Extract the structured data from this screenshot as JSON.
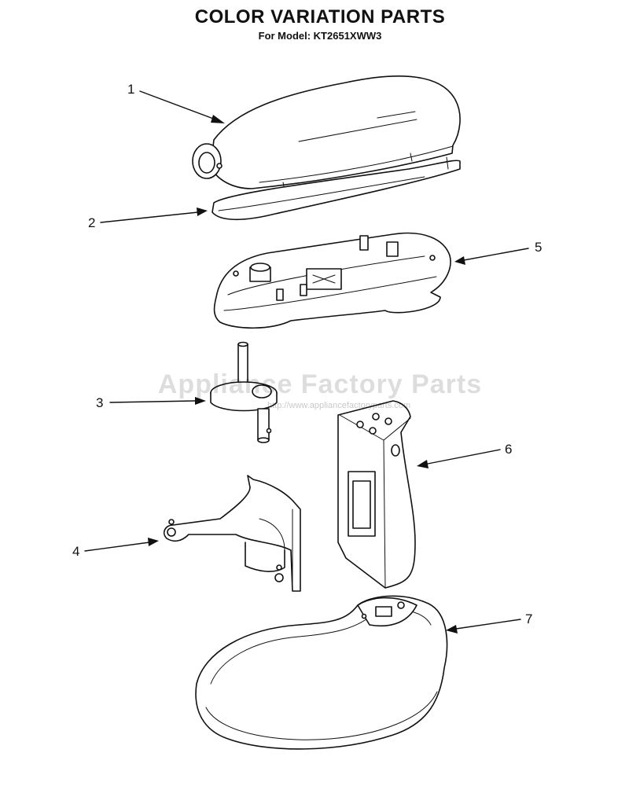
{
  "header": {
    "title": "COLOR VARIATION PARTS",
    "subtitle": "For Model: KT2651XWW3"
  },
  "watermark": {
    "text": "Appliance Factory Parts",
    "url": "http://www.appliancefactoryparts.com"
  },
  "callouts": [
    {
      "id": "1"
    },
    {
      "id": "2"
    },
    {
      "id": "3"
    },
    {
      "id": "4"
    },
    {
      "id": "5"
    },
    {
      "id": "6"
    },
    {
      "id": "7"
    }
  ]
}
